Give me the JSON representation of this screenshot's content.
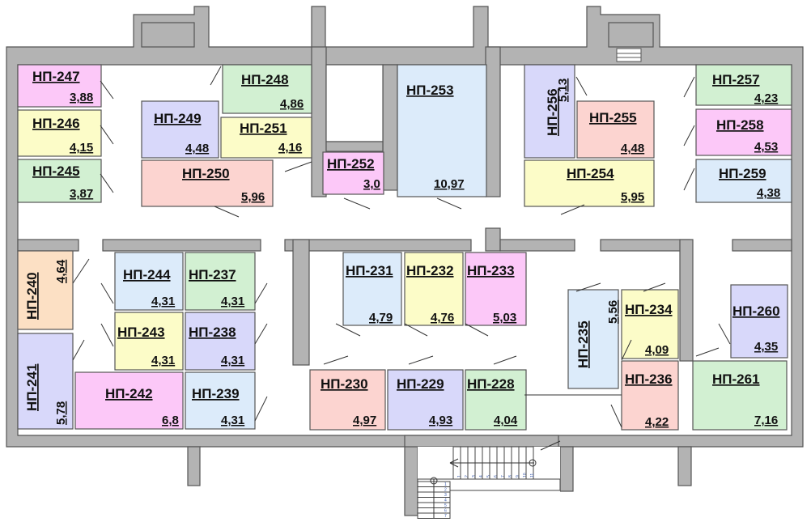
{
  "colors": {
    "pink": "#fcc8f8",
    "yellow": "#fcfcc8",
    "green": "#d2f0d2",
    "lavender": "#d8d8fa",
    "salmon": "#fcd4d0",
    "blue": "#dcebfa",
    "orange": "#fce0c4",
    "wall": "#b3b3b3"
  },
  "rooms": [
    {
      "id": "НП-247",
      "area": "3,88",
      "color": "pink"
    },
    {
      "id": "НП-246",
      "area": "4,15",
      "color": "yellow"
    },
    {
      "id": "НП-245",
      "area": "3,87",
      "color": "green"
    },
    {
      "id": "НП-248",
      "area": "4,86",
      "color": "green"
    },
    {
      "id": "НП-249",
      "area": "4,48",
      "color": "lavender"
    },
    {
      "id": "НП-251",
      "area": "4,16",
      "color": "yellow"
    },
    {
      "id": "НП-250",
      "area": "5,96",
      "color": "salmon"
    },
    {
      "id": "НП-252",
      "area": "3,0",
      "color": "pink"
    },
    {
      "id": "НП-253",
      "area": "10,97",
      "color": "blue"
    },
    {
      "id": "НП-256",
      "area": "5,13",
      "color": "lavender"
    },
    {
      "id": "НП-255",
      "area": "4,48",
      "color": "salmon"
    },
    {
      "id": "НП-254",
      "area": "5,95",
      "color": "yellow"
    },
    {
      "id": "НП-257",
      "area": "4,23",
      "color": "green"
    },
    {
      "id": "НП-258",
      "area": "4,53",
      "color": "pink"
    },
    {
      "id": "НП-259",
      "area": "4,38",
      "color": "blue"
    },
    {
      "id": "НП-240",
      "area": "4,64",
      "color": "orange"
    },
    {
      "id": "НП-241",
      "area": "5,78",
      "color": "lavender"
    },
    {
      "id": "НП-244",
      "area": "4,31",
      "color": "blue"
    },
    {
      "id": "НП-237",
      "area": "4,31",
      "color": "green"
    },
    {
      "id": "НП-243",
      "area": "4,31",
      "color": "yellow"
    },
    {
      "id": "НП-238",
      "area": "4,31",
      "color": "lavender"
    },
    {
      "id": "НП-242",
      "area": "6,8",
      "color": "pink"
    },
    {
      "id": "НП-239",
      "area": "4,31",
      "color": "blue"
    },
    {
      "id": "НП-231",
      "area": "4,79",
      "color": "blue"
    },
    {
      "id": "НП-232",
      "area": "4,76",
      "color": "yellow"
    },
    {
      "id": "НП-233",
      "area": "5,03",
      "color": "pink"
    },
    {
      "id": "НП-230",
      "area": "4,97",
      "color": "salmon"
    },
    {
      "id": "НП-229",
      "area": "4,93",
      "color": "lavender"
    },
    {
      "id": "НП-228",
      "area": "4,04",
      "color": "green"
    },
    {
      "id": "НП-235",
      "area": "5,56",
      "color": "blue"
    },
    {
      "id": "НП-234",
      "area": "4,09",
      "color": "yellow"
    },
    {
      "id": "НП-236",
      "area": "4,22",
      "color": "salmon"
    },
    {
      "id": "НП-260",
      "area": "4,35",
      "color": "lavender"
    },
    {
      "id": "НП-261",
      "area": "7,16",
      "color": "green"
    }
  ],
  "stairs": {
    "upper_steps": [
      "1",
      "2",
      "3",
      "4",
      "5",
      "6",
      "7",
      "8",
      "9",
      "10",
      "11"
    ],
    "lower_steps": [
      "1",
      "2",
      "3",
      "4",
      "5",
      "6",
      "7"
    ]
  }
}
